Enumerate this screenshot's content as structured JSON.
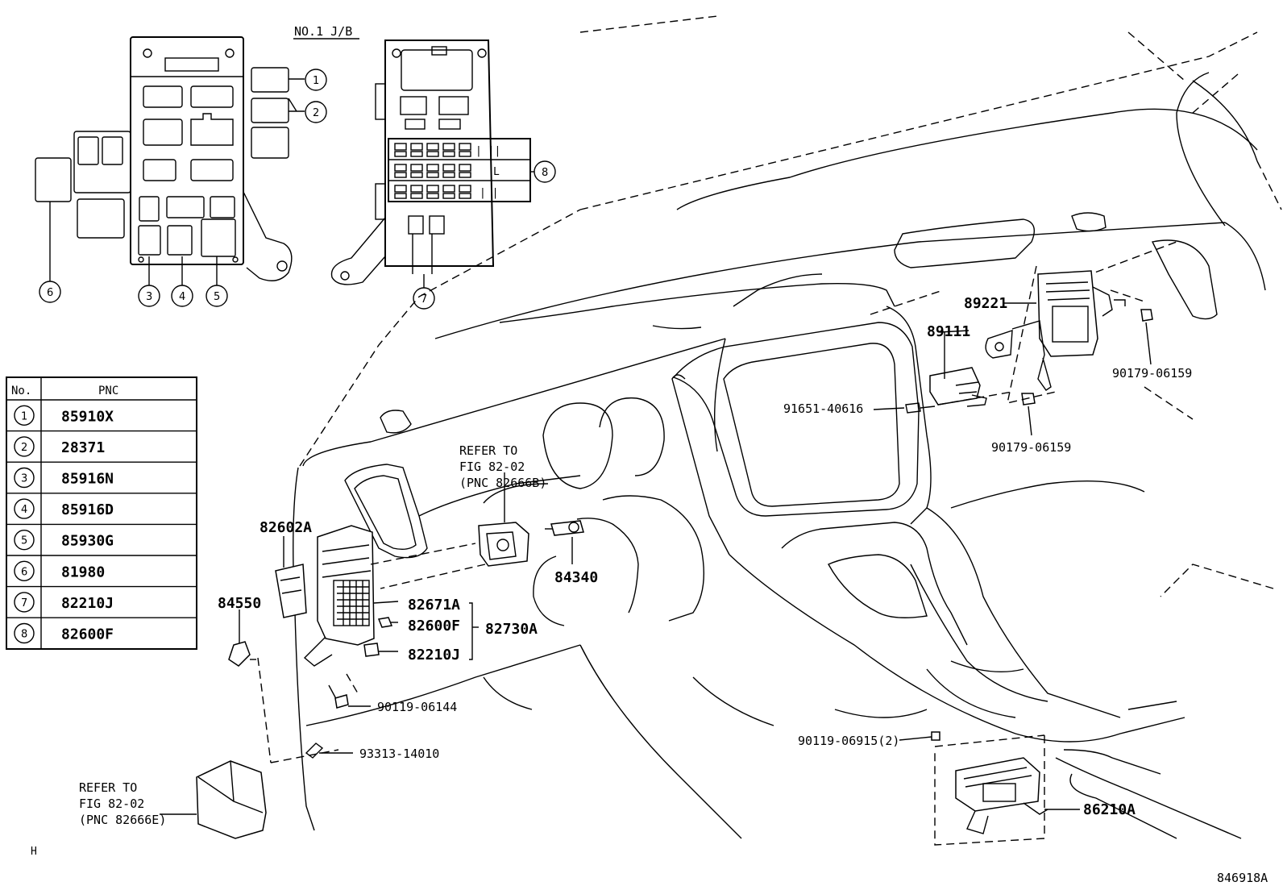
{
  "jb_title": "NO.1 J/B",
  "table": {
    "col_no": "No.",
    "col_pnc": "PNC",
    "rows": [
      {
        "no": "1",
        "pnc": "85910X"
      },
      {
        "no": "2",
        "pnc": "28371"
      },
      {
        "no": "3",
        "pnc": "85916N"
      },
      {
        "no": "4",
        "pnc": "85916D"
      },
      {
        "no": "5",
        "pnc": "85930G"
      },
      {
        "no": "6",
        "pnc": "81980"
      },
      {
        "no": "7",
        "pnc": "82210J"
      },
      {
        "no": "8",
        "pnc": "82600F"
      }
    ]
  },
  "callouts": [
    "1",
    "2",
    "3",
    "4",
    "5",
    "6",
    "7",
    "8"
  ],
  "callout_8_glyphs": [
    "| ||",
    "L",
    "| |"
  ],
  "parts": {
    "p89221": "89221",
    "p89111": "89111",
    "p90179_right": "90179-06159",
    "p91651": "91651-40616",
    "p90179_lower": "90179-06159",
    "p82602A": "82602A",
    "p84550": "84550",
    "p82671A": "82671A",
    "p82600F": "82600F",
    "p82210J": "82210J",
    "p82730A": "82730A",
    "p84340": "84340",
    "p90119_06144": "90119-06144",
    "p93313": "93313-14010",
    "p90119_06915": "90119-06915(2)",
    "p86210A": "86210A"
  },
  "refer_upper": [
    "REFER TO",
    "FIG 82-02",
    "(PNC 82666B)"
  ],
  "refer_lower": [
    "REFER TO",
    "FIG 82-02",
    "(PNC 82666E)"
  ],
  "corner_mark": "H",
  "figure_id": "846918A"
}
